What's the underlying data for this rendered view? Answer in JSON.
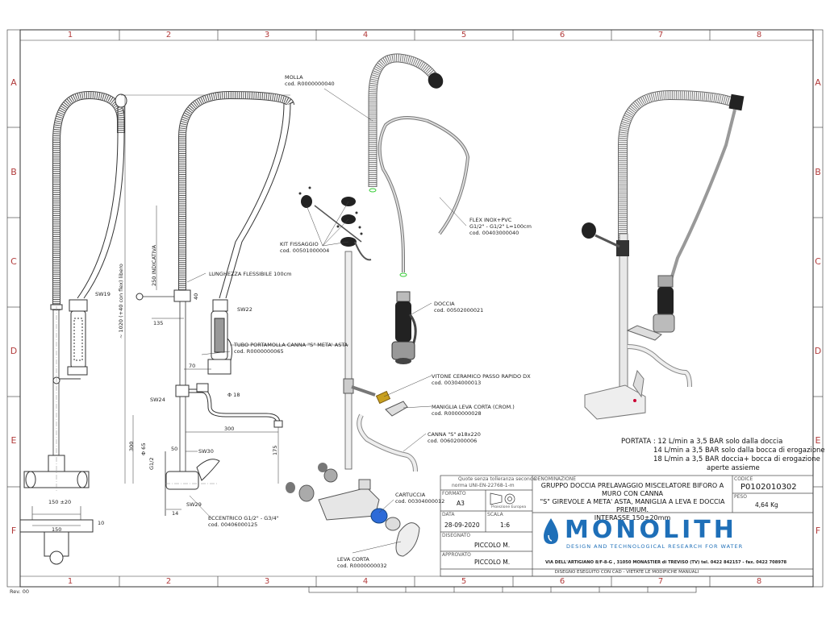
{
  "grid": {
    "columns": [
      "1",
      "2",
      "3",
      "4",
      "5",
      "6",
      "7",
      "8"
    ],
    "rows": [
      "A",
      "B",
      "C",
      "D",
      "E",
      "F"
    ]
  },
  "revision": "Rev. 00",
  "dimensions": {
    "d_1020": "~ 1020 (+40 con flex) libero",
    "d_250": "250 INDICATIVA",
    "d_40": "40",
    "d_135": "135",
    "d_70": "70",
    "d_phi18": "Φ 18",
    "d_300h": "300",
    "d_300v": "300",
    "d_175": "175",
    "d_50": "50",
    "d_phi65": "Φ 65",
    "d_g12": "G1/2",
    "d_14": "14",
    "d_150_20": "150 ±20",
    "d_150": "150",
    "d_10": "10",
    "sw19": "SW19",
    "sw22": "SW22",
    "sw24": "SW24",
    "sw30": "SW30",
    "sw29": "SW29"
  },
  "callouts": {
    "molla": [
      "MOLLA",
      "cod. R0000000040"
    ],
    "kit": [
      "KIT FISSAGGIO",
      "cod. 00501000004"
    ],
    "lunghezza": [
      "LUNGHEZZA FLESSIBILE 100cm"
    ],
    "tubo": [
      "TUBO PORTAMOLLA CANNA \"S\" META' ASTA",
      "cod. R0000000065"
    ],
    "eccentrico": [
      "ECCENTRICO G1/2\" - G3/4\"",
      "cod. 00406000125"
    ],
    "flex": [
      "FLEX INOX+PVC",
      "G1/2\" - G1/2\" L=100cm",
      "cod. 00403000040"
    ],
    "doccia": [
      "DOCCIA",
      "cod. 00502000021"
    ],
    "vitone": [
      "VITONE CERAMICO PASSO RAPIDO DX",
      "cod. 00304000013"
    ],
    "maniglia": [
      "MANIGLIA LEVA CORTA (CROM.)",
      "cod. R0000000028"
    ],
    "canna": [
      "CANNA \"S\" ø18x220",
      "cod. 00602000006"
    ],
    "cartuccia": [
      "CARTUCCIA",
      "cod. 00304000012"
    ],
    "leva": [
      "LEVA CORTA",
      "cod. R0000000032"
    ]
  },
  "portata": {
    "l1": "PORTATA : 12 L/min a 3,5 BAR solo dalla doccia",
    "l2": "14 L/min a 3,5 BAR solo dalla bocca di erogazione",
    "l3": "18 L/min a 3,5 BAR doccia+ bocca di erogazione",
    "l4": "aperte assieme"
  },
  "title_block": {
    "tolerance_l1": "Quote senza tolleranza secondo",
    "tolerance_l2": "norma UNI-EN-22768-1-m",
    "formato_label": "FORMATO",
    "formato": "A3",
    "proiezione": "Proiezione Europea",
    "data_label": "DATA",
    "data": "28-09-2020",
    "scala_label": "SCALA",
    "scala": "1:6",
    "disegnato_label": "DISEGNATO",
    "disegnato": "PICCOLO M.",
    "approvato_label": "APPROVATO",
    "approvato": "PICCOLO M.",
    "denominazione_label": "DENOMINAZIONE",
    "desc_l1": "GRUPPO DOCCIA PRELAVAGGIO MISCELATORE BIFORO A MURO CON CANNA",
    "desc_l2": "\"S\" GIREVOLE A META' ASTA, MANIGLIA A LEVA E DOCCIA PREMIUM.",
    "desc_l3": "INTERASSE 150±20mm",
    "codice_label": "CODICE",
    "codice": "P0102010302",
    "peso_label": "PESO",
    "peso": "4,64 Kg",
    "brand": "MONOLITH",
    "tagline": "DESIGN AND TECHNOLOGICAL RESEARCH FOR WATER",
    "address": "VIA DELL'ARTIGIANO 8/F-8-G , 31050 MONASTIER di TREVISO (TV) tel. 0422 842157 - fax. 0422 708978",
    "footer": "DISEGNO ESEGUITO CON CAD - VIETATE LE MODIFICHE MANUALI"
  },
  "colors": {
    "frame_accent": "#b23b3b",
    "brand_blue": "#1e6fb8",
    "cartridge_blue": "#1d62c8"
  }
}
